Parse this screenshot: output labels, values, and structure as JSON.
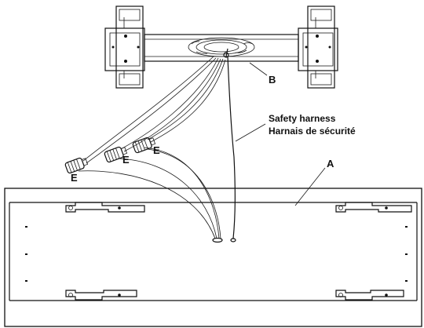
{
  "labels": {
    "a": "A",
    "b": "B",
    "e": "E",
    "harness_en": "Safety harness",
    "harness_fr": "Harnais de sécurité"
  },
  "icons": [
    "wire-connector-icon",
    "mounting-bracket-icon",
    "mounting-hole-icon"
  ],
  "colors": {
    "line": "#111111",
    "background": "#ffffff"
  }
}
